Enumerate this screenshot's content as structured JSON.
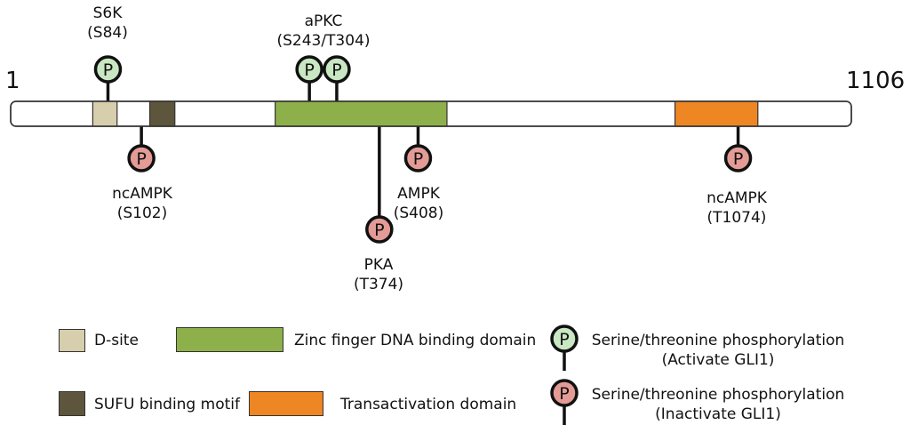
{
  "protein": {
    "start_label": "1",
    "end_label": "1106",
    "length": 1106,
    "bar_color": "#ffffff",
    "domains": [
      {
        "name": "d-site",
        "start": 108,
        "end": 140,
        "color": "#d6ceac"
      },
      {
        "name": "sufu-binding-motif",
        "start": 183,
        "end": 216,
        "color": "#5d553c"
      },
      {
        "name": "zinc-finger",
        "start": 348,
        "end": 574,
        "color": "#8eb04a"
      },
      {
        "name": "transactivation",
        "start": 874,
        "end": 983,
        "color": "#ef8624"
      }
    ]
  },
  "sites": [
    {
      "name": "s6k-s84",
      "position": 128,
      "side": "above",
      "type": "activate",
      "stem": 22,
      "label": [
        "S6K",
        "(S84)"
      ]
    },
    {
      "name": "apkc-s243",
      "position": 393,
      "side": "above",
      "type": "activate",
      "stem": 22,
      "label": []
    },
    {
      "name": "apkc-t304",
      "position": 429,
      "side": "above",
      "type": "activate",
      "stem": 22,
      "label": []
    },
    {
      "name": "ncampk-s102",
      "position": 172,
      "side": "below",
      "type": "inactivate",
      "stem": 22,
      "label": [
        "ncAMPK",
        "(S102)"
      ]
    },
    {
      "name": "pka-t374",
      "position": 485,
      "side": "below",
      "type": "inactivate",
      "stem": 102,
      "label": [
        "PKA",
        "(T374)"
      ]
    },
    {
      "name": "ampk-s408",
      "position": 536,
      "side": "below",
      "type": "inactivate",
      "stem": 22,
      "label": [
        "AMPK",
        "(S408)"
      ]
    },
    {
      "name": "ncampk-t1074",
      "position": 957,
      "side": "below",
      "type": "inactivate",
      "stem": 22,
      "label": [
        "ncAMPK",
        "(T1074)"
      ]
    }
  ],
  "group_labels": {
    "apkc": [
      "aPKC",
      "(S243/T304)"
    ]
  },
  "phospho_symbol": "P",
  "colors": {
    "activate_fill": "#c9e7c2",
    "inactivate_fill": "#e49b96",
    "outline": "#111111"
  },
  "legend": {
    "d_site": "D-site",
    "sufu": "SUFU binding motif",
    "zinc_finger": "Zinc finger DNA binding domain",
    "transactivation": "Transactivation domain",
    "activate": [
      "Serine/threonine phosphorylation",
      "(Activate GLI1)"
    ],
    "inactivate": [
      "Serine/threonine phosphorylation",
      "(Inactivate GLI1)"
    ]
  }
}
